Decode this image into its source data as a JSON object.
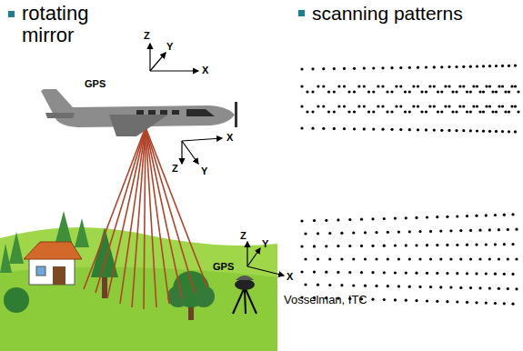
{
  "diagram": {
    "labels": [
      "rotating mirror",
      "scanning patterns",
      "Z",
      "Y",
      "GPS",
      "X",
      "X",
      "Z",
      "Y",
      "Z",
      "Y",
      "GPS",
      "X",
      "Vosselman, ITC"
    ]
  }
}
